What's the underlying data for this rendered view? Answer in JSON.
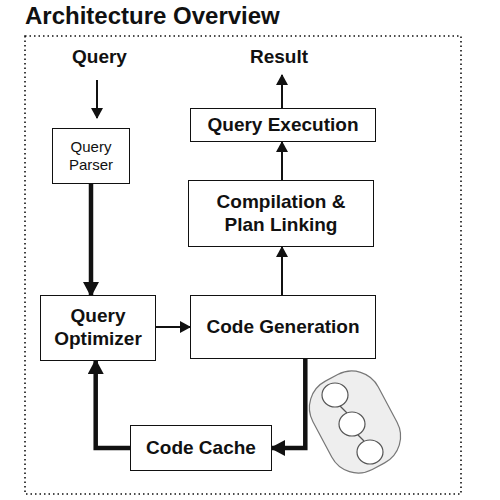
{
  "diagram": {
    "title": "Architecture Overview",
    "nodes": [
      {
        "text": [
          "Query Parser"
        ]
      },
      {
        "text": [
          "Query Optimizer"
        ]
      },
      {
        "text": [
          "Code Generation"
        ]
      },
      {
        "text": [
          "Compilation & Plan Linking"
        ]
      },
      {
        "text": [
          "Query Execution"
        ]
      },
      {
        "text": [
          "Code Cache"
        ]
      }
    ],
    "edges": [
      {
        "from": 0,
        "to": 1,
        "arrow": "to"
      },
      {
        "from": 1,
        "to": 2,
        "arrow": "to"
      },
      {
        "from": 2,
        "to": 3,
        "arrow": "to"
      },
      {
        "from": 3,
        "to": 4,
        "arrow": "to"
      },
      {
        "from": 2,
        "to": 5,
        "arrow": "to"
      },
      {
        "from": 5,
        "to": 1,
        "arrow": "to"
      }
    ],
    "labels": [
      "Query",
      "Result"
    ]
  }
}
